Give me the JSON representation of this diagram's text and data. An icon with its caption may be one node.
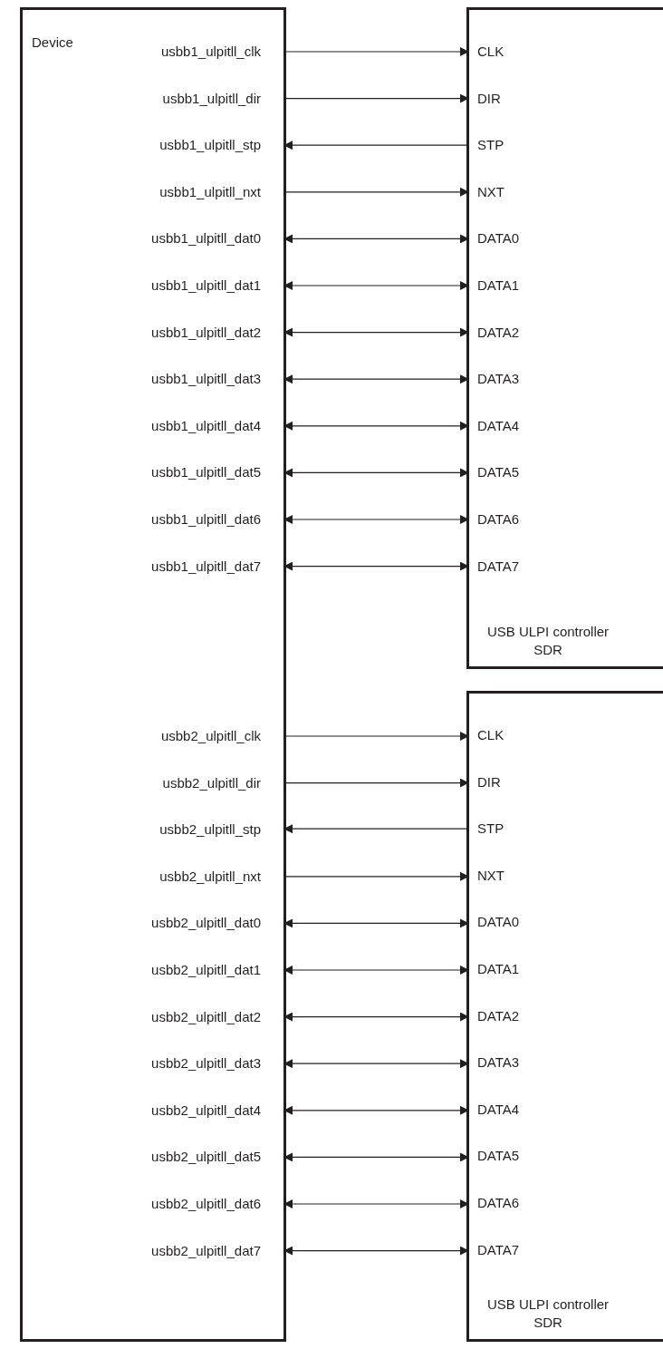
{
  "diagram": {
    "nodes": [
      {
        "text": [
          "Device"
        ]
      },
      {
        "text": [
          "usbb1_ulpitll_clk"
        ],
        "in": 0
      },
      {
        "text": [
          "usbb1_ulpitll_dir"
        ],
        "in": 0
      },
      {
        "text": [
          "usbb1_ulpitll_stp"
        ],
        "in": 0
      },
      {
        "text": [
          "usbb1_ulpitll_nxt"
        ],
        "in": 0
      },
      {
        "text": [
          "usbb1_ulpitll_dat0"
        ],
        "in": 0
      },
      {
        "text": [
          "usbb1_ulpitll_dat1"
        ],
        "in": 0
      },
      {
        "text": [
          "usbb1_ulpitll_dat2"
        ],
        "in": 0
      },
      {
        "text": [
          "usbb1_ulpitll_dat3"
        ],
        "in": 0
      },
      {
        "text": [
          "usbb1_ulpitll_dat4"
        ],
        "in": 0
      },
      {
        "text": [
          "usbb1_ulpitll_dat5"
        ],
        "in": 0
      },
      {
        "text": [
          "usbb1_ulpitll_dat6"
        ],
        "in": 0
      },
      {
        "text": [
          "usbb1_ulpitll_dat7"
        ],
        "in": 0
      },
      {
        "text": [
          "usbb2_ulpitll_clk"
        ],
        "in": 0
      },
      {
        "text": [
          "usbb2_ulpitll_dir"
        ],
        "in": 0
      },
      {
        "text": [
          "usbb2_ulpitll_stp"
        ],
        "in": 0
      },
      {
        "text": [
          "usbb2_ulpitll_nxt"
        ],
        "in": 0
      },
      {
        "text": [
          "usbb2_ulpitll_dat0"
        ],
        "in": 0
      },
      {
        "text": [
          "usbb2_ulpitll_dat1"
        ],
        "in": 0
      },
      {
        "text": [
          "usbb2_ulpitll_dat2"
        ],
        "in": 0
      },
      {
        "text": [
          "usbb2_ulpitll_dat3"
        ],
        "in": 0
      },
      {
        "text": [
          "usbb2_ulpitll_dat4"
        ],
        "in": 0
      },
      {
        "text": [
          "usbb2_ulpitll_dat5"
        ],
        "in": 0
      },
      {
        "text": [
          "usbb2_ulpitll_dat6"
        ],
        "in": 0
      },
      {
        "text": [
          "usbb2_ulpitll_dat7"
        ],
        "in": 0
      },
      {
        "text": [
          "USB ULPI controller SDR"
        ]
      },
      {
        "text": [
          "CLK"
        ],
        "in": 25
      },
      {
        "text": [
          "DIR"
        ],
        "in": 25
      },
      {
        "text": [
          "STP"
        ],
        "in": 25
      },
      {
        "text": [
          "NXT"
        ],
        "in": 25
      },
      {
        "text": [
          "DATA0"
        ],
        "in": 25
      },
      {
        "text": [
          "DATA1"
        ],
        "in": 25
      },
      {
        "text": [
          "DATA2"
        ],
        "in": 25
      },
      {
        "text": [
          "DATA3"
        ],
        "in": 25
      },
      {
        "text": [
          "DATA4"
        ],
        "in": 25
      },
      {
        "text": [
          "DATA5"
        ],
        "in": 25
      },
      {
        "text": [
          "DATA6"
        ],
        "in": 25
      },
      {
        "text": [
          "DATA7"
        ],
        "in": 25
      },
      {
        "text": [
          "USB ULPI controller SDR"
        ]
      },
      {
        "text": [
          "CLK"
        ],
        "in": 38
      },
      {
        "text": [
          "DIR"
        ],
        "in": 38
      },
      {
        "text": [
          "STP"
        ],
        "in": 38
      },
      {
        "text": [
          "NXT"
        ],
        "in": 38
      },
      {
        "text": [
          "DATA0"
        ],
        "in": 38
      },
      {
        "text": [
          "DATA1"
        ],
        "in": 38
      },
      {
        "text": [
          "DATA2"
        ],
        "in": 38
      },
      {
        "text": [
          "DATA3"
        ],
        "in": 38
      },
      {
        "text": [
          "DATA4"
        ],
        "in": 38
      },
      {
        "text": [
          "DATA5"
        ],
        "in": 38
      },
      {
        "text": [
          "DATA6"
        ],
        "in": 38
      },
      {
        "text": [
          "DATA7"
        ],
        "in": 38
      }
    ],
    "edges": [
      {
        "from": 1,
        "to": 26,
        "arrow": "to"
      },
      {
        "from": 2,
        "to": 27,
        "arrow": "to"
      },
      {
        "from": 28,
        "to": 3,
        "arrow": "to"
      },
      {
        "from": 4,
        "to": 29,
        "arrow": "to"
      },
      {
        "from": 5,
        "to": 30,
        "arrow": "both"
      },
      {
        "from": 6,
        "to": 31,
        "arrow": "both"
      },
      {
        "from": 7,
        "to": 32,
        "arrow": "both"
      },
      {
        "from": 8,
        "to": 33,
        "arrow": "both"
      },
      {
        "from": 9,
        "to": 34,
        "arrow": "both"
      },
      {
        "from": 10,
        "to": 35,
        "arrow": "both"
      },
      {
        "from": 11,
        "to": 36,
        "arrow": "both"
      },
      {
        "from": 12,
        "to": 37,
        "arrow": "both"
      },
      {
        "from": 13,
        "to": 39,
        "arrow": "to"
      },
      {
        "from": 14,
        "to": 40,
        "arrow": "to"
      },
      {
        "from": 41,
        "to": 15,
        "arrow": "to"
      },
      {
        "from": 16,
        "to": 42,
        "arrow": "to"
      },
      {
        "from": 17,
        "to": 43,
        "arrow": "both"
      },
      {
        "from": 18,
        "to": 44,
        "arrow": "both"
      },
      {
        "from": 19,
        "to": 45,
        "arrow": "both"
      },
      {
        "from": 20,
        "to": 46,
        "arrow": "both"
      },
      {
        "from": 21,
        "to": 47,
        "arrow": "both"
      },
      {
        "from": 22,
        "to": 48,
        "arrow": "both"
      },
      {
        "from": 23,
        "to": 49,
        "arrow": "both"
      },
      {
        "from": 24,
        "to": 50,
        "arrow": "both"
      }
    ]
  }
}
